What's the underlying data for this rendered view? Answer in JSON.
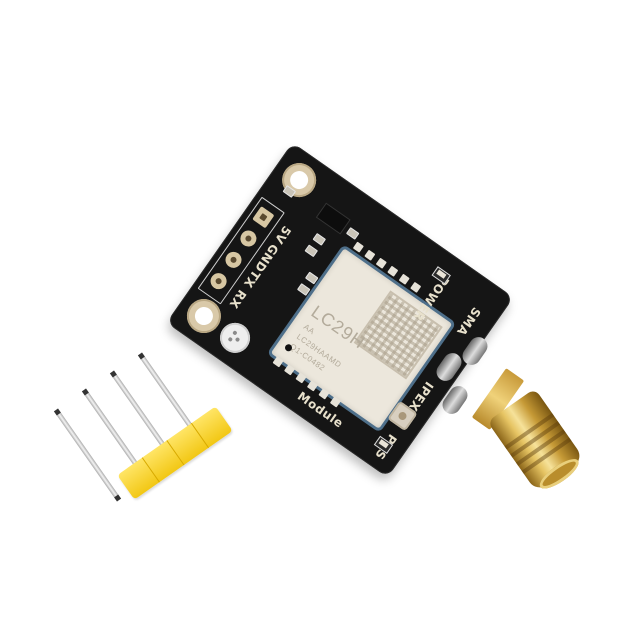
{
  "scene": {
    "subject": "LC29H GPS module breakout board with SMA antenna connector and 4-pin header",
    "background_color": "#ffffff"
  },
  "pcb": {
    "color": "#151515",
    "silkscreen_color": "#e8e1cc",
    "pin_labels": [
      "RX",
      "TX",
      "GND",
      "5V"
    ],
    "module_label": "Module",
    "power_label": "POWER",
    "sma_label": "SMA",
    "ipex_label": "IPEX1",
    "pps_label": "PPS"
  },
  "module": {
    "title": "LC29H",
    "lines": [
      "AA",
      "LC29HAAMD",
      "Q1-C0482"
    ],
    "shield_color": "#ece7dc",
    "border_color": "#4e6f8a"
  },
  "connector": {
    "type": "SMA",
    "color": "#d9b455"
  },
  "pin_header": {
    "pin_count": 4,
    "color": "#f5d22e"
  }
}
